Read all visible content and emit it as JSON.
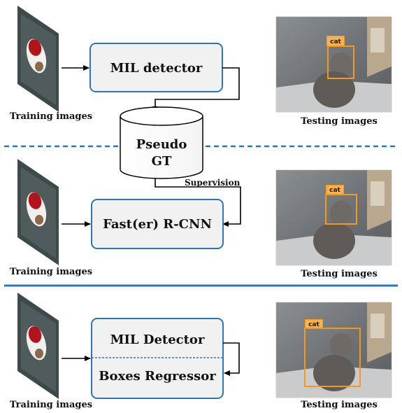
{
  "colors": {
    "box_border": "#2e75b6",
    "box_fill": "#f1f1f1",
    "separator": "#2e75b6",
    "detection_box": "#f39a1e"
  },
  "stage1": {
    "detector_label": "MIL detector",
    "training_caption": "Training images",
    "testing_caption": "Testing images",
    "detection_label": "cat"
  },
  "pseudo_gt": {
    "line1": "Pseudo",
    "line2": "GT",
    "supervision_label": "Supervision"
  },
  "stage2": {
    "detector_label": "Fast(er) R-CNN",
    "training_caption": "Training images",
    "testing_caption": "Testing images",
    "detection_label": "cat"
  },
  "stage3": {
    "detector_top_label": "MIL Detector",
    "detector_bottom_label": "Boxes Regressor",
    "training_caption": "Training images",
    "testing_caption": "Testing images",
    "detection_label": "cat"
  }
}
